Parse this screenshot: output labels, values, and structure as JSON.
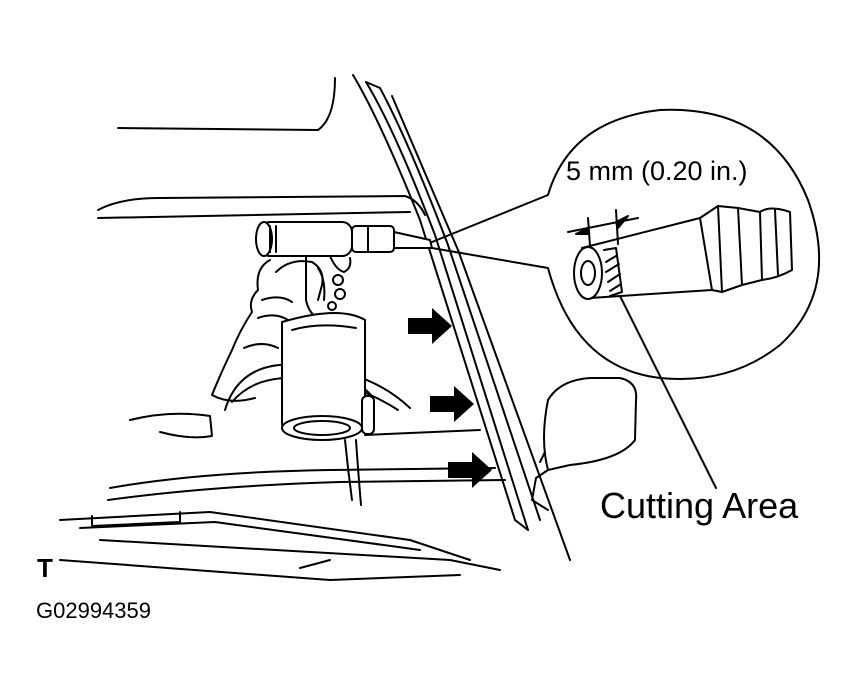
{
  "labels": {
    "dimension": "5 mm (0.20 in.)",
    "cutting_area": "Cutting Area",
    "view_mark": "T",
    "figure_id": "G02994359"
  },
  "colors": {
    "ink": "#000000",
    "paper": "#ffffff"
  },
  "icons": {
    "arrow": "right-arrow-icon"
  }
}
